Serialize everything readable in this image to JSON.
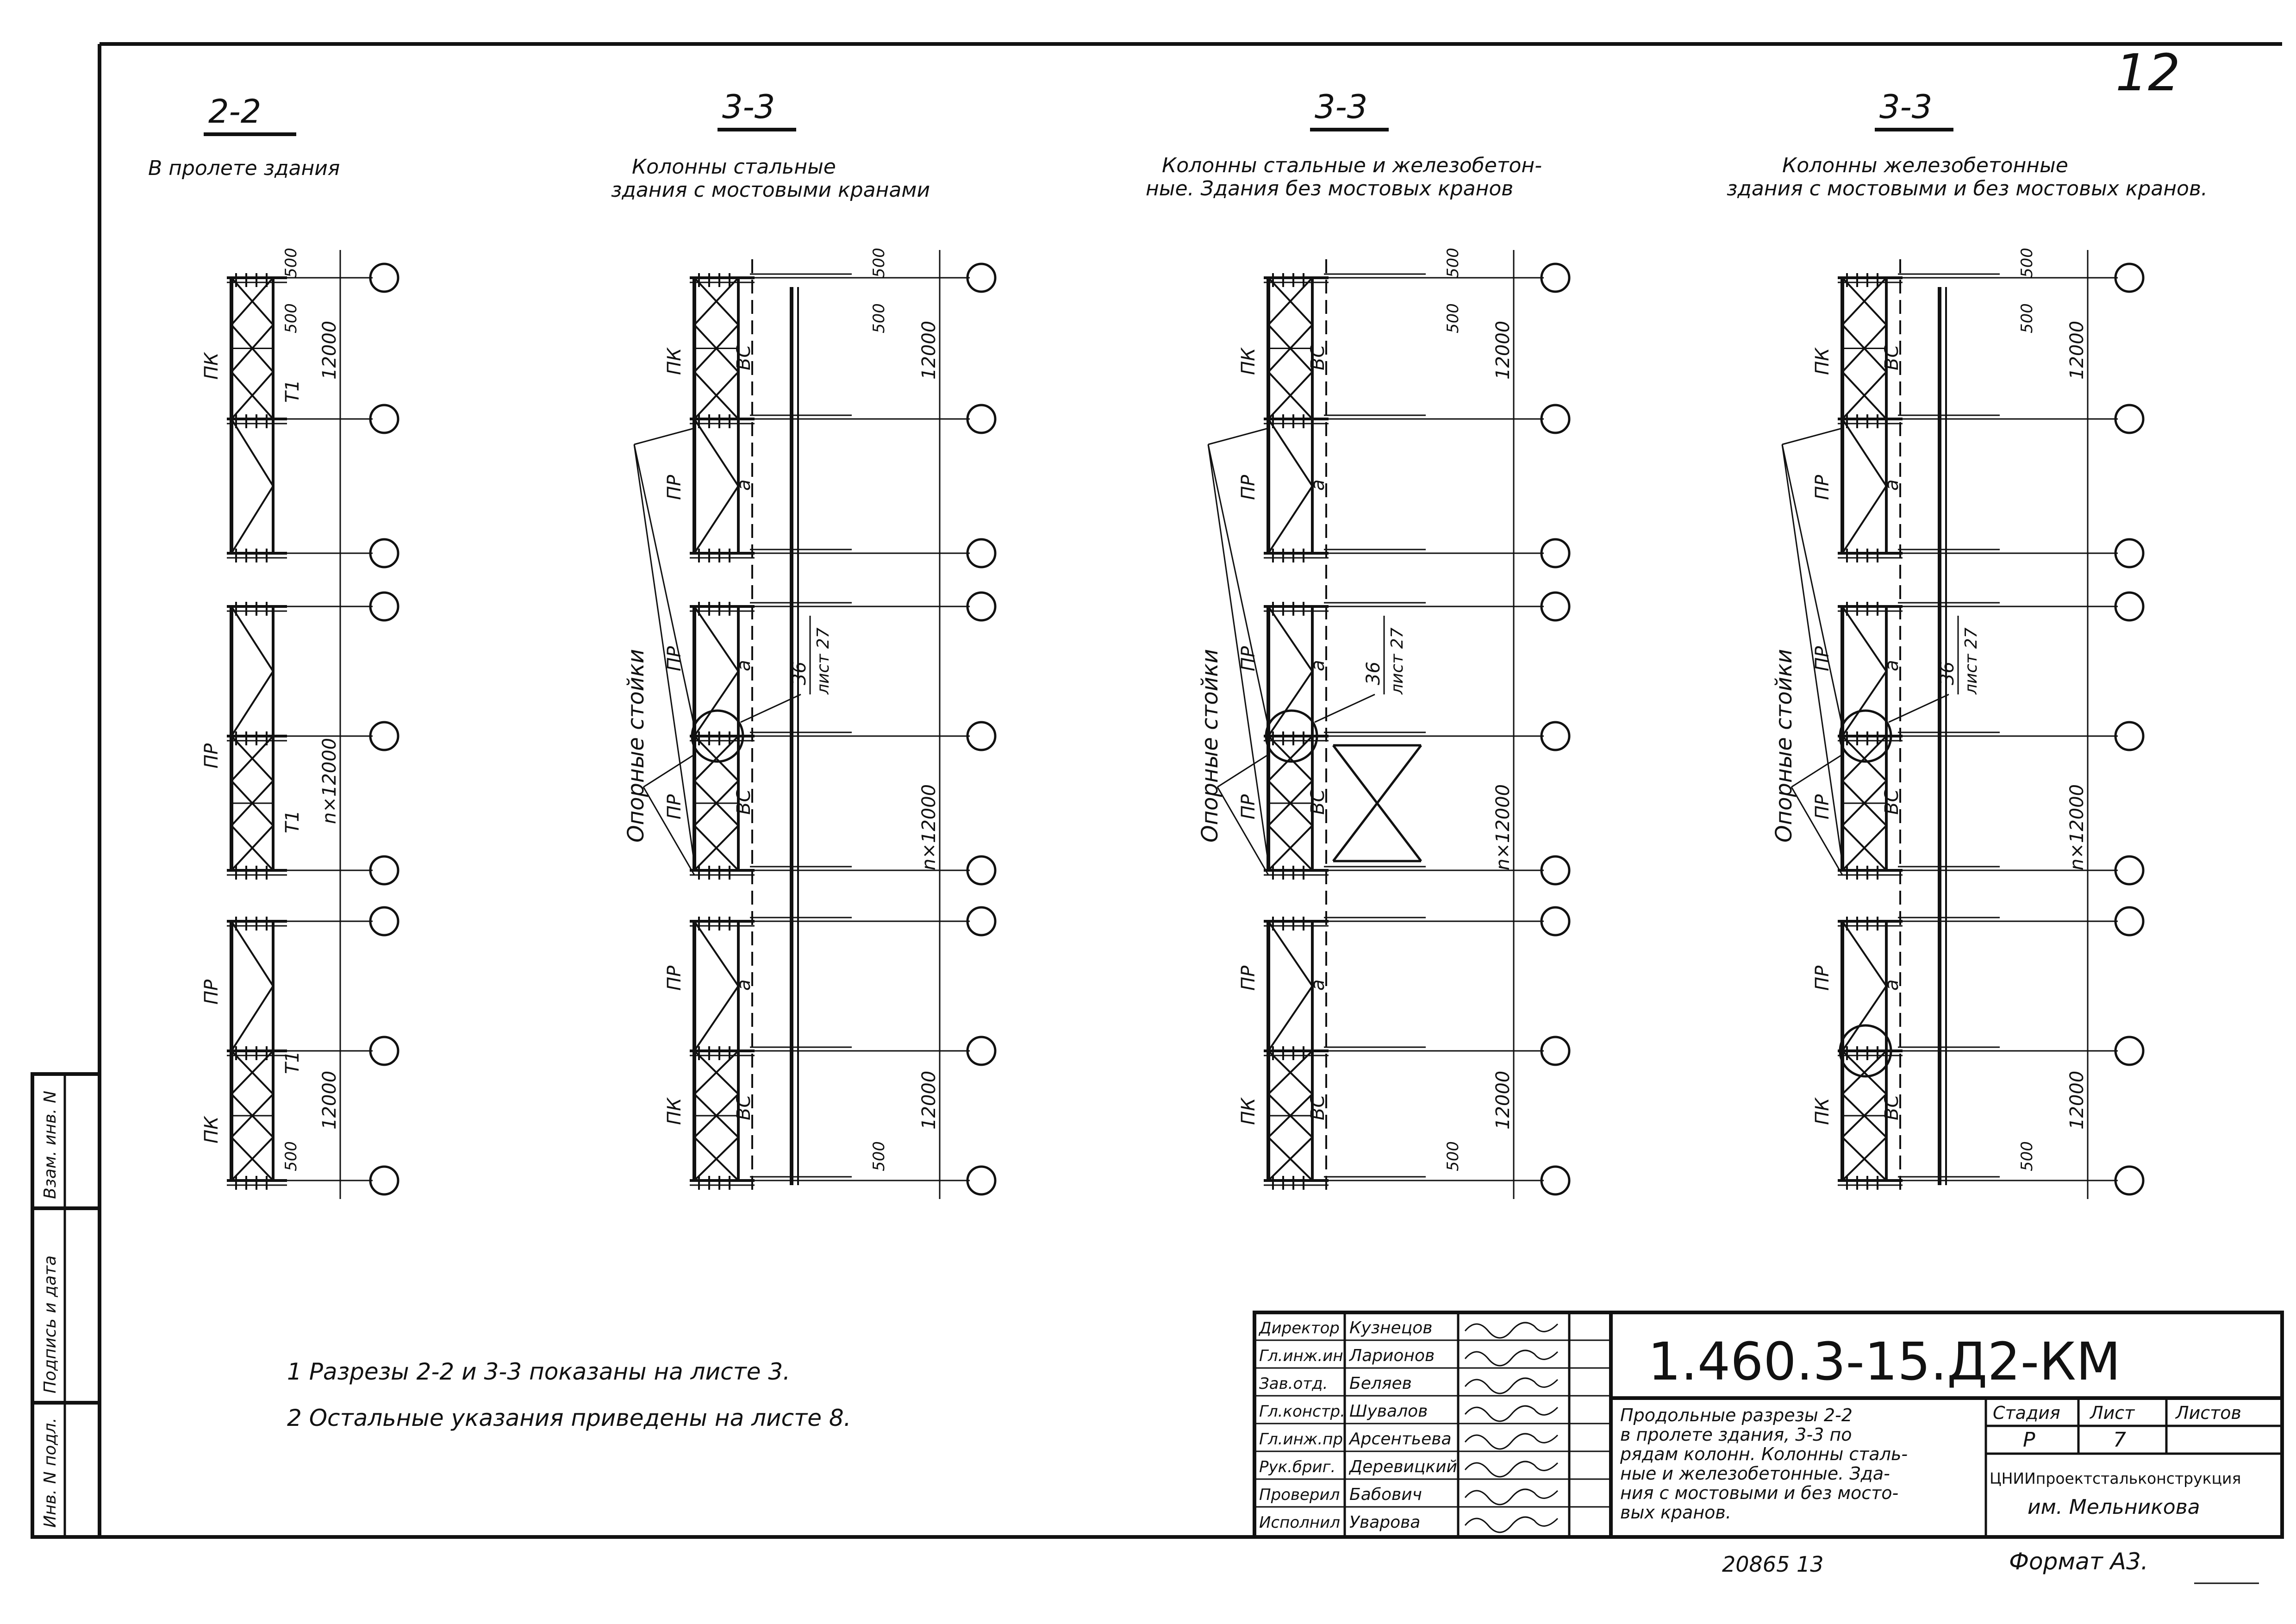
{
  "page": {
    "handwritten_number": "12",
    "footer_left": "20865   13",
    "footer_right": "Формат А3."
  },
  "sections": [
    {
      "mark": "2-2",
      "subtitle_lines": [
        "В пролете здания"
      ],
      "labels": {
        "purlin_pk": "ПК",
        "purlin_pr": "ПР",
        "brace_t1": "Т1",
        "dim_500": "500",
        "dim_12000": "12000",
        "dim_span": "n×12000"
      }
    },
    {
      "mark": "3-3",
      "subtitle_lines": [
        "Колонны стальные",
        "здания с мостовыми кранами"
      ],
      "labels": {
        "purlin_pk": "ПК",
        "purlin_pr": "ПР",
        "brace_vs": "ВС",
        "brace_a": "а",
        "support_posts": "Опорные стойки",
        "detail_no": "36",
        "detail_sheet": "лист 27",
        "dim_500": "500",
        "dim_12000": "12000",
        "dim_span": "n×12000"
      }
    },
    {
      "mark": "3-3",
      "subtitle_lines": [
        "Колонны стальные и железобетон-",
        "ные. Здания без мостовых кранов"
      ],
      "labels": {
        "purlin_pk": "ПК",
        "purlin_pr": "ПР",
        "brace_vs": "ВС",
        "brace_a": "а",
        "support_posts": "Опорные стойки",
        "detail_no": "36",
        "detail_sheet": "лист 27",
        "dim_500": "500",
        "dim_12000": "12000",
        "dim_span": "n×12000"
      }
    },
    {
      "mark": "3-3",
      "subtitle_lines": [
        "Колонны железобетонные",
        "здания с мостовыми и без мостовых кранов."
      ],
      "labels": {
        "purlin_pk": "ПК",
        "purlin_pr": "ПР",
        "brace_vs": "ВС",
        "brace_a": "а",
        "support_posts": "Опорные стойки",
        "detail_no": "36",
        "detail_sheet": "лист 27",
        "dim_500": "500",
        "dim_12000": "12000",
        "dim_span": "n×12000"
      }
    }
  ],
  "notes": [
    "1  Разрезы 2-2 и 3-3 показаны на листе 3.",
    "2  Остальные указания приведены на листе 8."
  ],
  "side_stamp": {
    "cells": [
      "Инв. N подл.",
      "Подпись и дата",
      "Взам. инв. N"
    ]
  },
  "title_block": {
    "people": [
      {
        "role": "Директор",
        "name": "Кузнецов"
      },
      {
        "role": "Гл.инж.ин.",
        "name": "Ларионов"
      },
      {
        "role": "Зав.отд.",
        "name": "Беляев"
      },
      {
        "role": "Гл.констр.",
        "name": "Шувалов"
      },
      {
        "role": "Гл.инж.пр.",
        "name": "Арсентьева"
      },
      {
        "role": "Рук.бриг.",
        "name": "Деревицкий"
      },
      {
        "role": "Проверил",
        "name": "Бабович"
      },
      {
        "role": "Исполнил",
        "name": "Уварова"
      }
    ],
    "designation": "1.460.3-15.Д2-КМ",
    "description_lines": [
      "Продольные разрезы 2-2",
      "в пролете здания, 3-3 по",
      "рядам колонн. Колонны сталь-",
      "ные и железобетонные. Зда-",
      "ния с мостовыми и без мосто-",
      "вых кранов."
    ],
    "stage_label": "Стадия",
    "sheet_label": "Лист",
    "sheets_label": "Листов",
    "stage_value": "Р",
    "sheet_value": "7",
    "sheets_value": "",
    "organization_line1": "ЦНИИпроектстальконструкция",
    "organization_line2": "им. Мельникова"
  }
}
